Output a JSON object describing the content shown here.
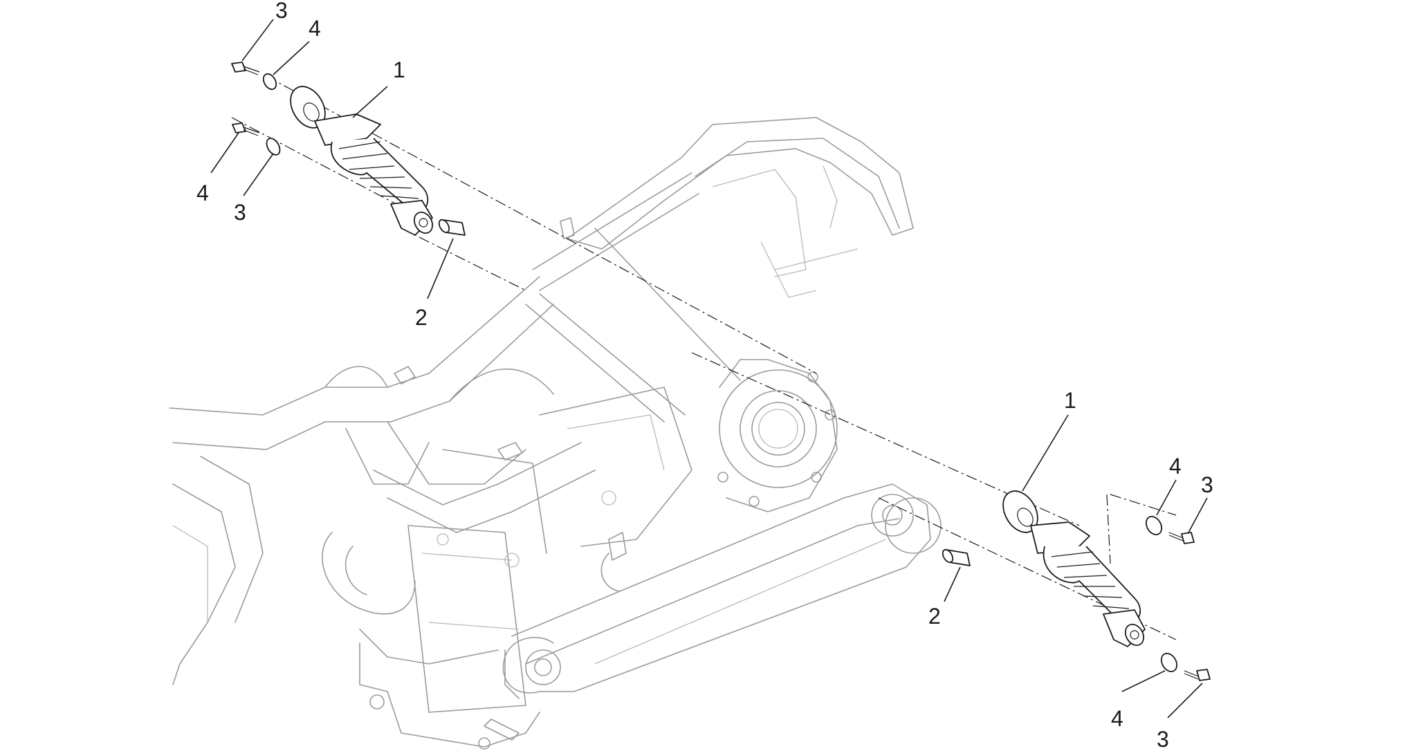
{
  "diagram": {
    "callouts": {
      "top_shock": "1",
      "top_pin": "2",
      "top_bolt_upper": "3",
      "top_washer_upper": "4",
      "top_bolt_lower": "4",
      "top_washer_lower": "3",
      "right_shock": "1",
      "right_pin": "2",
      "right_washer_upper": "4",
      "right_bolt_upper": "3",
      "right_washer_lower": "4",
      "right_bolt_lower": "3"
    },
    "colors": {
      "line": "#1a1a1a",
      "frame": "#9a9a9a",
      "background": "#ffffff"
    }
  }
}
